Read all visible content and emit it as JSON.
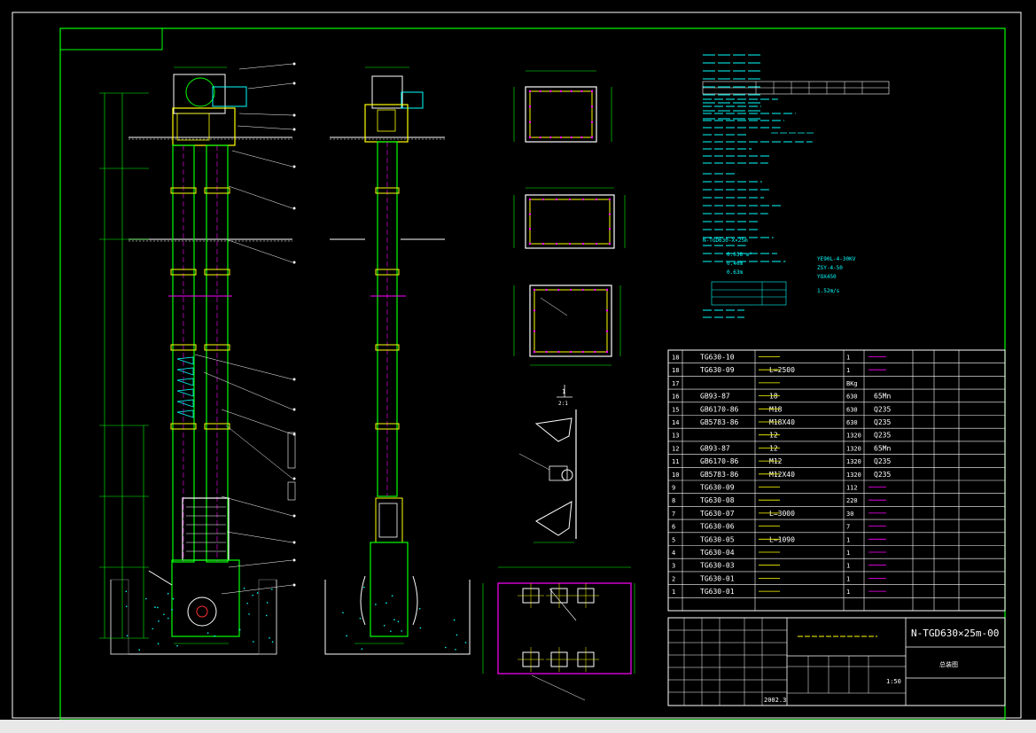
{
  "drawing": {
    "number": "N-TGD630×25m-00",
    "title_block_name": "总装图",
    "scale": "1:50",
    "date": "2002.3"
  },
  "bom": {
    "rows": [
      {
        "no": "18",
        "code": "TG630-10",
        "qty": "1"
      },
      {
        "no": "18",
        "code": "TG630-09",
        "name": "L=2500",
        "qty": "1"
      },
      {
        "no": "17",
        "code": "",
        "qty": "BKg"
      },
      {
        "no": "16",
        "code": "GB93-87",
        "name": "18",
        "qty": "630",
        "mat": "65Mn"
      },
      {
        "no": "15",
        "code": "GB6170-86",
        "name": "M18",
        "qty": "630",
        "mat": "Q235"
      },
      {
        "no": "14",
        "code": "GB5783-86",
        "name": "M18X40",
        "qty": "630",
        "mat": "Q235"
      },
      {
        "no": "13",
        "code": "",
        "name": "12",
        "qty": "1320",
        "mat": "Q235"
      },
      {
        "no": "12",
        "code": "GB93-87",
        "name": "12",
        "qty": "1320",
        "mat": "65Mn"
      },
      {
        "no": "11",
        "code": "GB6170-86",
        "name": "M12",
        "qty": "1320",
        "mat": "Q235"
      },
      {
        "no": "10",
        "code": "GB5783-86",
        "name": "M12X40",
        "qty": "1320",
        "mat": "Q235"
      },
      {
        "no": "9",
        "code": "TG630-09",
        "qty": "112"
      },
      {
        "no": "8",
        "code": "TG630-08",
        "qty": "220"
      },
      {
        "no": "7",
        "code": "TG630-07",
        "name": "L=3000",
        "qty": "30"
      },
      {
        "no": "6",
        "code": "TG630-06",
        "qty": "7"
      },
      {
        "no": "5",
        "code": "TG630-05",
        "name": "L=1090",
        "qty": "1"
      },
      {
        "no": "4",
        "code": "TG630-04",
        "qty": "1"
      },
      {
        "no": "3",
        "code": "TG630-03",
        "qty": "1"
      },
      {
        "no": "2",
        "code": "TG630-01",
        "qty": "1"
      },
      {
        "no": "1",
        "code": "TG630-01",
        "qty": "1"
      }
    ]
  },
  "notes": {
    "model": "N-TGD630-X×25m",
    "motor": "YE90L-4-30KV",
    "reducer": "ZSY-4-50",
    "coupling": "YOX450",
    "speed": "1.52m/s",
    "vol_1": "0.038 m³",
    "vol_2": "0.40m",
    "vol_3": "0.63m"
  },
  "views": {
    "section_ref": "1",
    "section_scale": "2:1"
  }
}
